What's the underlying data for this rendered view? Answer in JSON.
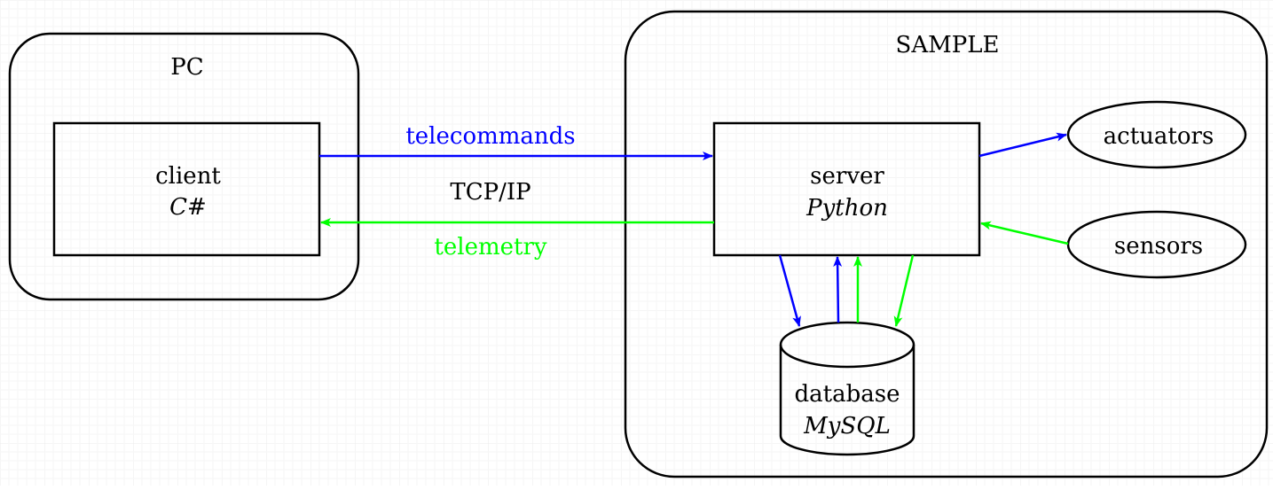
{
  "clusters": {
    "pc": {
      "title": "PC"
    },
    "sample": {
      "title": "SAMPLE"
    }
  },
  "nodes": {
    "client": {
      "name": "client",
      "tech": "C#"
    },
    "server": {
      "name": "server",
      "tech": "Python"
    },
    "actuators": {
      "name": "actuators"
    },
    "sensors": {
      "name": "sensors"
    },
    "database": {
      "name": "database",
      "tech": "MySQL"
    }
  },
  "edges": {
    "telecommands": {
      "label": "telecommands",
      "color": "#0000ff"
    },
    "tcp": {
      "label": "TCP/IP"
    },
    "telemetry": {
      "label": "telemetry",
      "color": "#00ff00"
    }
  },
  "colors": {
    "blue": "#0000ff",
    "green": "#00ff00",
    "grid": "#ebebeb"
  }
}
